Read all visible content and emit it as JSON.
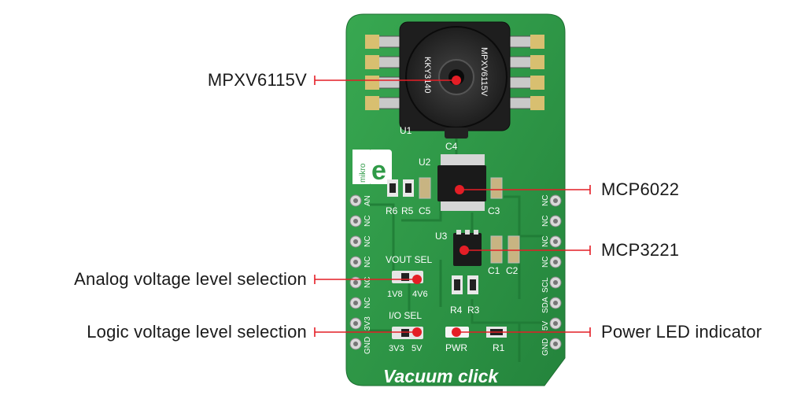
{
  "board": {
    "name": "Vacuum click",
    "brand": "mikro",
    "sensor_marking_1": "MPXV6115V",
    "sensor_marking_2": "KKY3140",
    "pin_labels_left": [
      "AN",
      "NC",
      "NC",
      "NC",
      "NC",
      "NC",
      "3V3",
      "GND"
    ],
    "pin_labels_right": [
      "NC",
      "NC",
      "NC",
      "NC",
      "SCL",
      "SDA",
      "5V",
      "GND"
    ],
    "silkscreen": {
      "u1": "U1",
      "u2": "U2",
      "u3": "U3",
      "c1": "C1",
      "c2": "C2",
      "c3": "C3",
      "c4": "C4",
      "c5": "C5",
      "r1": "R1",
      "r3": "R3",
      "r4": "R4",
      "r5": "R5",
      "r6": "R6",
      "vout_sel": "VOUT SEL",
      "v1v8": "1V8",
      "v4v6": "4V6",
      "io_sel": "I/O SEL",
      "v3v3": "3V3",
      "v5v": "5V",
      "pwr": "PWR"
    }
  },
  "callouts": {
    "sensor": "MPXV6115V",
    "opamp": "MCP6022",
    "adc": "MCP3221",
    "analog_sel": "Analog voltage level selection",
    "logic_sel": "Logic voltage level selection",
    "power_led": "Power LED indicator"
  },
  "colors": {
    "pcb": "#2f9a47",
    "pcb_dark": "#1f7a35",
    "pad": "#d9c27a",
    "callout": "#e41e26"
  }
}
